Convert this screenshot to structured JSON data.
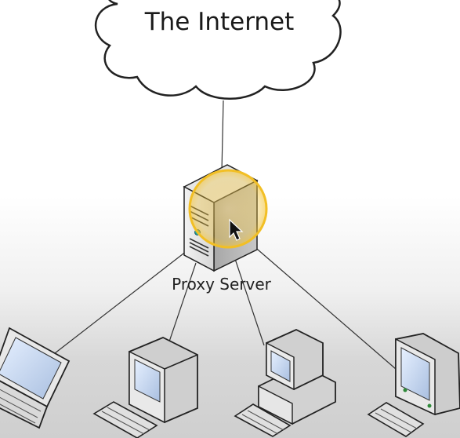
{
  "internet": {
    "label": "The Internet",
    "icon": "cloud-icon"
  },
  "proxy": {
    "label": "Proxy Server",
    "icon": "server-icon",
    "highlight_color": "#f2c230"
  },
  "clients": [
    {
      "type": "laptop",
      "icon": "laptop-icon"
    },
    {
      "type": "desktop",
      "icon": "desktop-computer-icon"
    },
    {
      "type": "desktop-classic",
      "icon": "desktop-computer-icon"
    },
    {
      "type": "crt-monitor",
      "icon": "crt-monitor-icon"
    }
  ],
  "cursor": {
    "icon": "mouse-pointer-icon"
  }
}
